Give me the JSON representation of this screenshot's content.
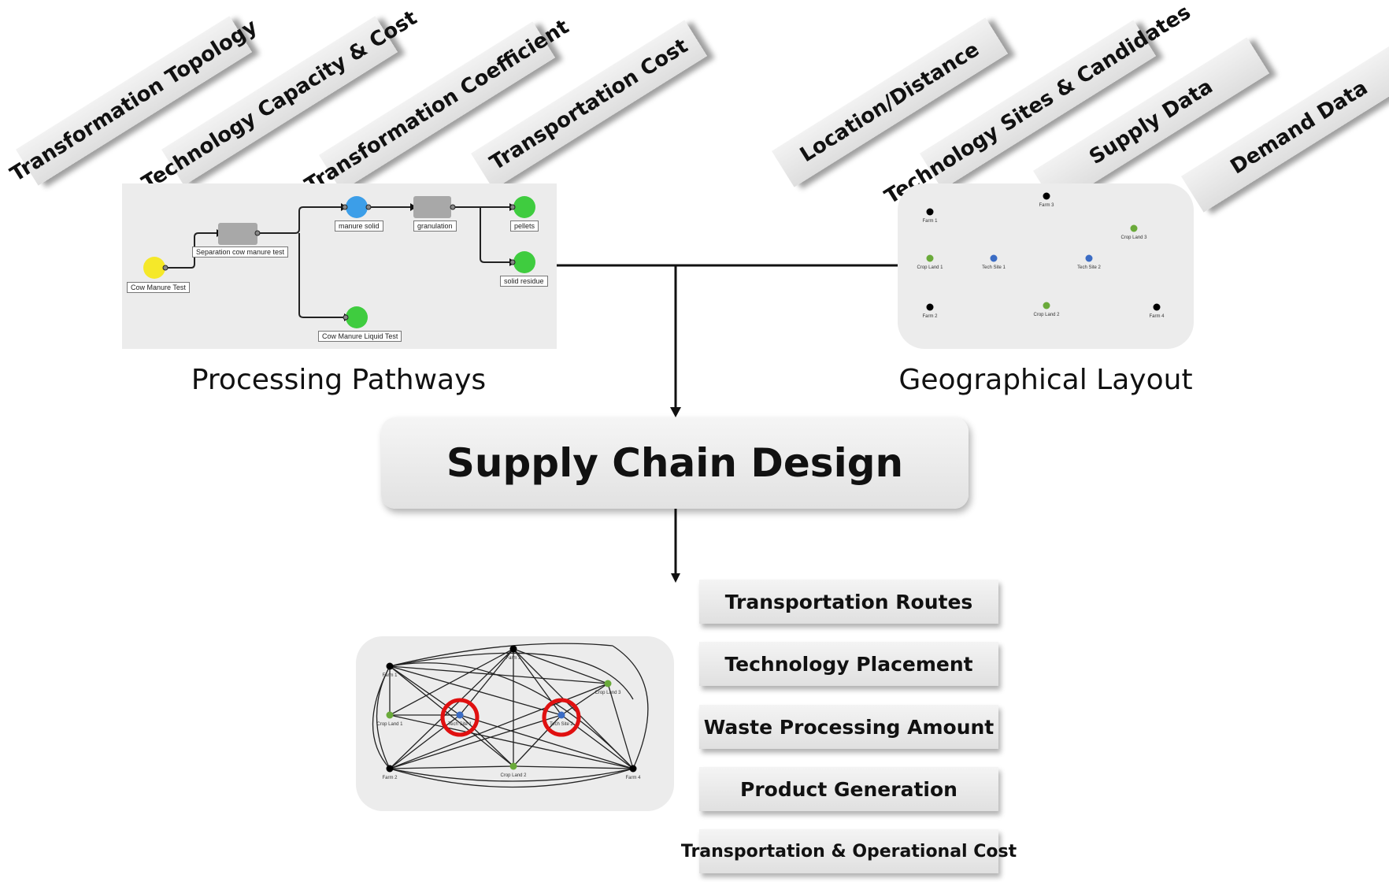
{
  "input_tags_left": [
    "Transformation Topology",
    "Technology Capacity & Cost",
    "Transformation Coefficient",
    "Transportation Cost"
  ],
  "input_tags_right": [
    "Location/Distance",
    "Technology Sites & Candidates",
    "Supply Data",
    "Demand Data"
  ],
  "processing_pathways": {
    "caption": "Processing Pathways",
    "labels": {
      "source": "Cow Manure Test",
      "separation": "Separation cow manure test",
      "manure_solid": "manure solid",
      "granulation": "granulation",
      "pellets": "pellets",
      "solid_residue": "solid residue",
      "liquid": "Cow Manure Liquid Test"
    }
  },
  "geographical_layout": {
    "caption": "Geographical Layout",
    "nodes": {
      "farm1": "Farm 1",
      "farm2": "Farm 2",
      "farm3": "Farm 3",
      "farm4": "Farm 4",
      "crop1": "Crop Land 1",
      "crop2": "Crop Land 2",
      "crop3": "Crop Land 3",
      "tech1": "Tech Site 1",
      "tech2": "Tech Site 2"
    }
  },
  "center": {
    "title": "Supply Chain Design"
  },
  "outputs": [
    "Transportation Routes",
    "Technology Placement",
    "Waste Processing Amount",
    "Product Generation",
    "Transportation & Operational Cost"
  ],
  "colors": {
    "source_node": "#f5e829",
    "solid_node": "#3c9ee8",
    "product_node": "#3fcc3f",
    "farm_node": "#000000",
    "crop_node": "#6aaa3a",
    "tech_node": "#3b6cc4",
    "highlight_ring": "#e01010",
    "panel_bg": "#ececec"
  }
}
